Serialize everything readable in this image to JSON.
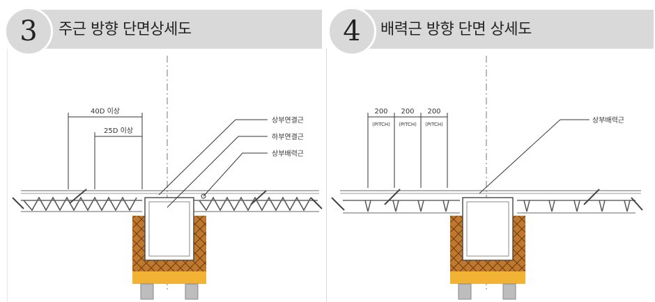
{
  "panels": [
    {
      "number": "3",
      "title": "주근 방향 단면상세도",
      "dims": [
        "40D 이상",
        "25D 이상"
      ],
      "callouts": [
        "상부연결근",
        "하부연결근",
        "상부배력근"
      ]
    },
    {
      "number": "4",
      "title": "배력근 방향 단면 상세도",
      "dims": [
        "200",
        "200",
        "200"
      ],
      "pitch": [
        "(PITCH)",
        "(PITCH)",
        "(PITCH)"
      ],
      "callouts": [
        "상부배력근"
      ]
    }
  ],
  "colors": {
    "header": "#d9d9d9",
    "formwork": "#c0782c",
    "support": "#f2b233",
    "rebar": "#555555"
  }
}
